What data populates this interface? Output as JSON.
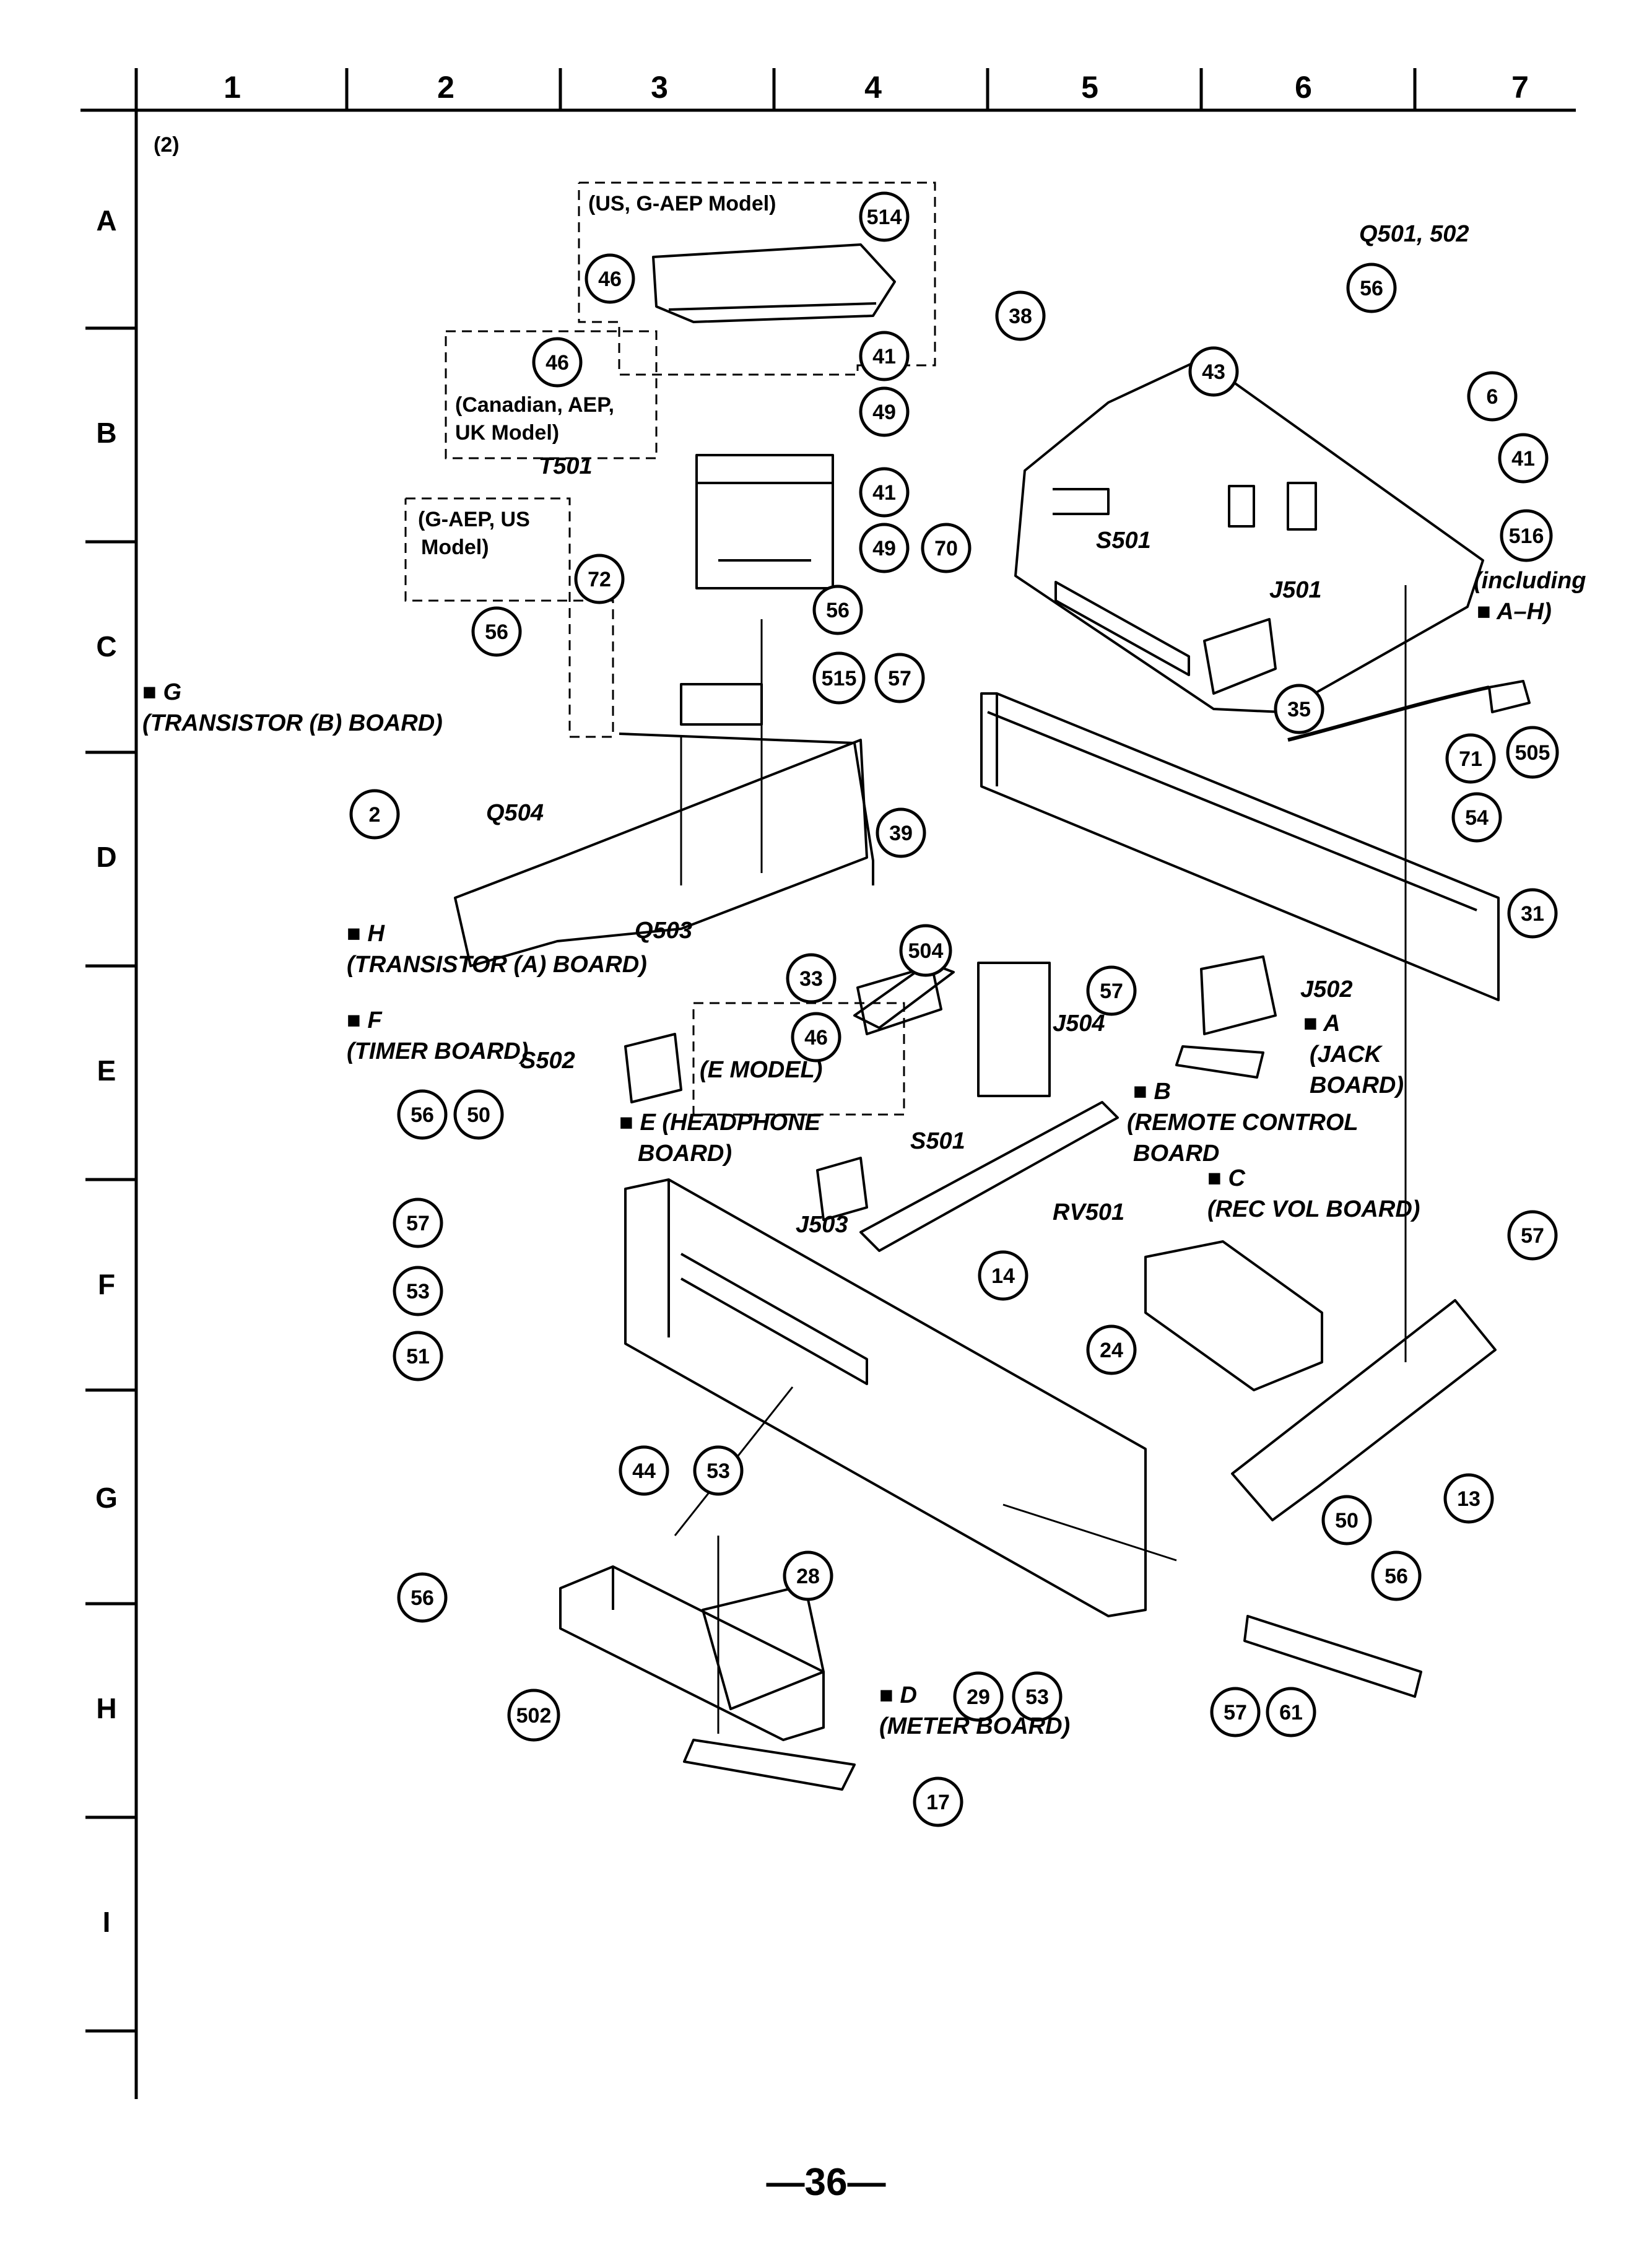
{
  "columns": [
    "1",
    "2",
    "3",
    "4",
    "5",
    "6",
    "7"
  ],
  "rows": [
    "A",
    "B",
    "C",
    "D",
    "E",
    "F",
    "G",
    "H",
    "I"
  ],
  "subfigure": "(2)",
  "page_number": "—36—",
  "model_notes": {
    "us_gaep": "(US, G-AEP Model)",
    "canadian_1": "(Canadian, AEP,",
    "canadian_2": "UK Model)",
    "gaep_us_1": "(G-AEP, US",
    "gaep_us_2": "Model)",
    "e_model": "(E MODEL)"
  },
  "labels": {
    "q501": "Q501, 502",
    "t501": "T501",
    "s501_top": "S501",
    "j501": "J501",
    "including_1": "(including",
    "including_2": "■ A–H)",
    "g_1": "■ G",
    "g_2": "(TRANSISTOR (B)  BOARD)",
    "q504": "Q504",
    "q503": "Q503",
    "h_1": "■ H",
    "h_2": "(TRANSISTOR (A)  BOARD)",
    "f_1": "■ F",
    "f_2": "(TIMER BOARD)",
    "s502": "S502",
    "e_1": "■ E  (HEADPHONE",
    "e_2": "BOARD)",
    "s501_mid": "S501",
    "j503": "J503",
    "j504": "J504",
    "j502": "J502",
    "a_1": "■ A",
    "a_2": "(JACK",
    "a_3": "BOARD)",
    "b_1": "■ B",
    "b_2": "(REMOTE CONTROL",
    "b_3": "BOARD",
    "c_1": "■ C",
    "c_2": "(REC VOL BOARD)",
    "rv501": "RV501",
    "d_1": "■ D",
    "d_2": "(METER BOARD)"
  },
  "callouts": {
    "c514": "514",
    "c46a": "46",
    "c46b": "46",
    "c46c": "46",
    "c41a": "41",
    "c41b": "41",
    "c41c": "41",
    "c49a": "49",
    "c49b": "49",
    "c38": "38",
    "c43": "43",
    "c56a": "56",
    "c6": "6",
    "c70": "70",
    "c516": "516",
    "c72": "72",
    "c56b": "56",
    "c56c": "56",
    "c515": "515",
    "c57a": "57",
    "c35": "35",
    "c505": "505",
    "c71": "71",
    "c54": "54",
    "c2": "2",
    "c39": "39",
    "c504": "504",
    "c31": "31",
    "c33": "33",
    "c57b": "57",
    "c56d": "56",
    "c50a": "50",
    "c57c": "57",
    "c14": "14",
    "c57d": "57",
    "c53a": "53",
    "c51": "51",
    "c24": "24",
    "c44": "44",
    "c53b": "53",
    "c13": "13",
    "c50b": "50",
    "c56e": "56",
    "c56f": "56",
    "c28": "28",
    "c502": "502",
    "c29": "29",
    "c53c": "53",
    "c57e": "57",
    "c61": "61",
    "c17": "17"
  }
}
